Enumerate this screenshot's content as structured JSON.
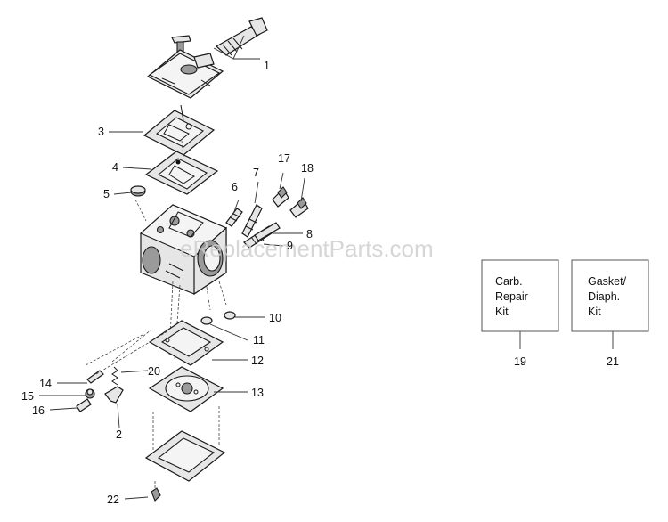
{
  "watermark": "eReplacementParts.com",
  "callouts": {
    "n1": "1",
    "n2": "2",
    "n3": "3",
    "n4": "4",
    "n5": "5",
    "n6": "6",
    "n7": "7",
    "n8": "8",
    "n9": "9",
    "n10": "10",
    "n11": "11",
    "n12": "12",
    "n13": "13",
    "n14": "14",
    "n15": "15",
    "n16": "16",
    "n17": "17",
    "n18": "18",
    "n19": "19",
    "n20": "20",
    "n21": "21",
    "n22": "22"
  },
  "kits": {
    "carb": {
      "line1": "Carb.",
      "line2": "Repair",
      "line3": "Kit",
      "number": "19"
    },
    "gasket": {
      "line1": "Gasket/",
      "line2": "Diaph.",
      "line3": "Kit",
      "number": "21"
    }
  }
}
